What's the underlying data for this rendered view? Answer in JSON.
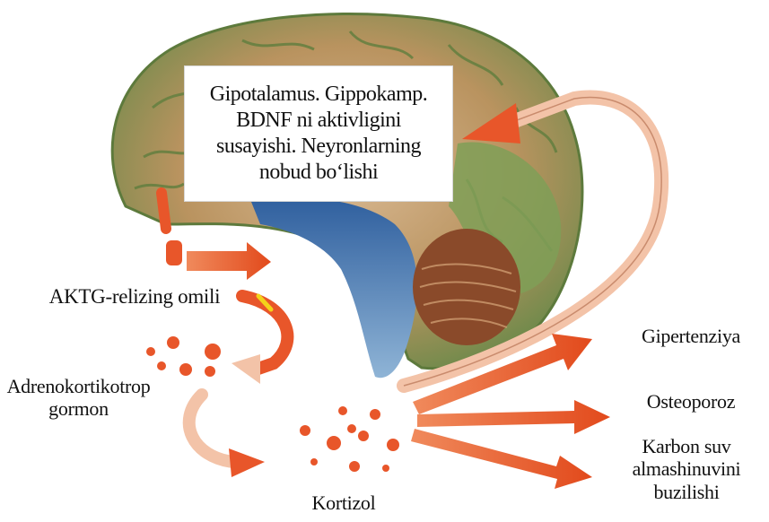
{
  "caption": {
    "lines": [
      "Gipotalamus. Gippokamp.",
      "BDNF ni aktivligini",
      "susayishi. Neyronlarning",
      "nobud bo‘lishi"
    ]
  },
  "labels": {
    "aktg": "AKTG-relizing omili",
    "adreno_line1": "Adrenokortikotrop",
    "adreno_line2": "gormon",
    "kortizol": "Kortizol",
    "gipertenziya": "Gipertenziya",
    "osteoporoz": "Osteoporoz",
    "karbon_line1": "Karbon suv",
    "karbon_line2": "almashinuvini",
    "karbon_line3": "buzilishi"
  },
  "colors": {
    "arrow_orange": "#e8562a",
    "arrow_pink": "#f3c3a8",
    "brain_cortex": "#c7a27a",
    "brain_green": "#7b9a55",
    "brain_blue": "#3c6fb0",
    "cerebellum": "#8a4a2a"
  }
}
